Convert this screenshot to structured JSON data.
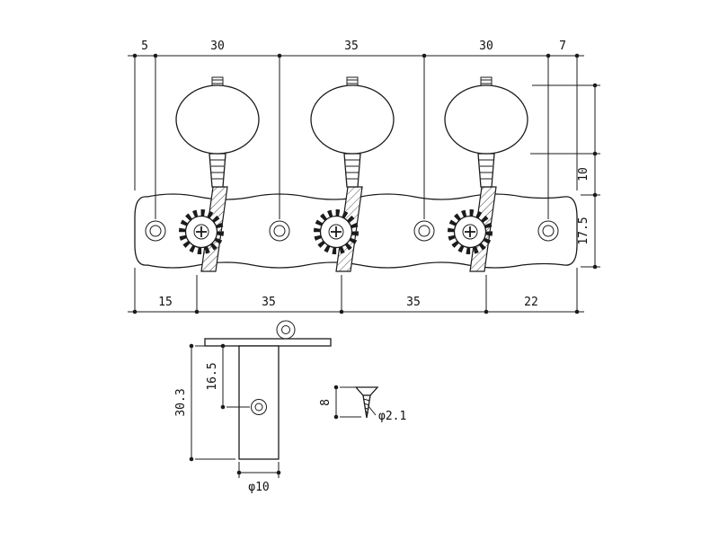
{
  "drawing": {
    "top_chain": {
      "labels": [
        "5",
        "30",
        "35",
        "30",
        "7"
      ]
    },
    "right_chain": {
      "labels": [
        "10",
        "17.5"
      ]
    },
    "bottom_chain": {
      "labels": [
        "15",
        "35",
        "35",
        "22"
      ]
    },
    "side_view": {
      "length": "30.3",
      "hole_offset": "16.5",
      "diameter": "φ10"
    },
    "screw_view": {
      "length": "8",
      "diameter": "φ2.1"
    }
  }
}
